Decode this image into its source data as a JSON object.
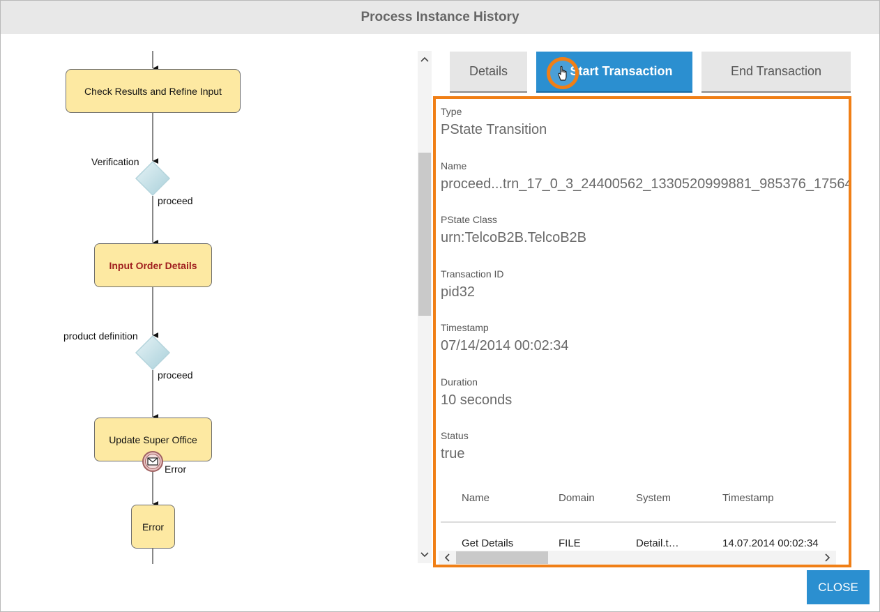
{
  "window": {
    "title": "Process Instance History"
  },
  "diagram": {
    "tasks": [
      {
        "label": "Check Results and Refine Input"
      },
      {
        "label": "Input Order Details"
      },
      {
        "label": "Update Super Office"
      },
      {
        "label": "Error"
      }
    ],
    "gateways": [
      {
        "label": "Verification",
        "outgoing": "proceed"
      },
      {
        "label": "product definition",
        "outgoing": "proceed"
      }
    ],
    "error_event_label": "Error"
  },
  "tabs": [
    {
      "label": "Details"
    },
    {
      "label": "Start Transaction",
      "active": true
    },
    {
      "label": "End Transaction"
    }
  ],
  "details": {
    "type": {
      "label": "Type",
      "value": "PState Transition"
    },
    "name": {
      "label": "Name",
      "value": "proceed...trn_17_0_3_24400562_1330520999881_985376_17564"
    },
    "pstate_class": {
      "label": "PState Class",
      "value": "urn:TelcoB2B.TelcoB2B"
    },
    "transaction_id": {
      "label": "Transaction ID",
      "value": "pid32"
    },
    "timestamp": {
      "label": "Timestamp",
      "value": "07/14/2014 00:02:34"
    },
    "duration": {
      "label": "Duration",
      "value": "10 seconds"
    },
    "status": {
      "label": "Status",
      "value": "true"
    }
  },
  "table": {
    "columns": [
      "Name",
      "Domain",
      "System",
      "Timestamp"
    ],
    "rows": [
      [
        "Get Details",
        "FILE",
        "Detail.t…",
        "14.07.2014 00:02:34"
      ]
    ]
  },
  "buttons": {
    "close": "CLOSE"
  },
  "colors": {
    "accent": "#2b8fd0",
    "highlight": "#f07f16",
    "task_fill": "#fde9a2",
    "gateway_fill": "#c9e4ea"
  },
  "icons": {
    "cursor": "hand-pointer-icon",
    "envelope": "envelope-icon",
    "up": "chevron-up-icon",
    "down": "chevron-down-icon",
    "left": "chevron-left-icon",
    "right": "chevron-right-icon"
  }
}
